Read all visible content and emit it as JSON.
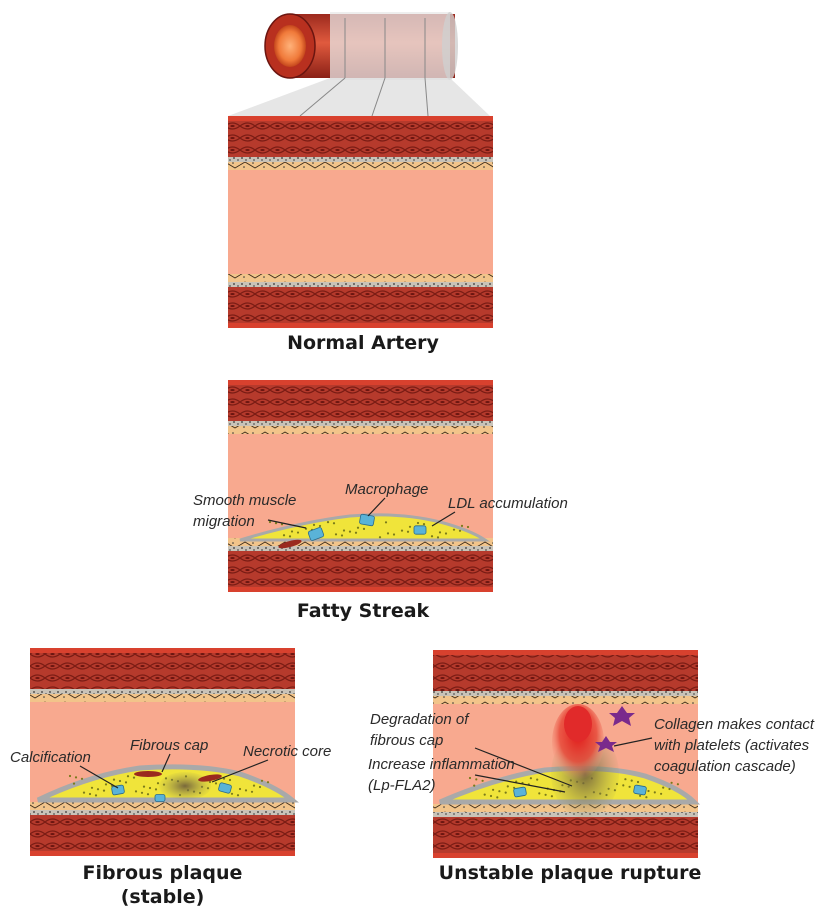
{
  "panels": {
    "normal": {
      "title": "Normal Artery"
    },
    "fatty": {
      "title": "Fatty Streak",
      "labels": {
        "smooth_muscle_1": "Smooth muscle",
        "smooth_muscle_2": "migration",
        "macrophage": "Macrophage",
        "ldl": "LDL accumulation"
      }
    },
    "fibrous": {
      "title_line1": "Fibrous plaque",
      "title_line2": "(stable)",
      "labels": {
        "calcification": "Calcification",
        "fibrous_cap": "Fibrous cap",
        "necrotic_core": "Necrotic core"
      }
    },
    "unstable": {
      "title": "Unstable plaque rupture",
      "labels": {
        "degradation_1": "Degradation of",
        "degradation_2": "fibrous cap",
        "inflammation_1": "Increase inflammation",
        "inflammation_2": "(Lp-FLA2)",
        "collagen_1": "Collagen makes contact",
        "collagen_2": "with platelets (activates",
        "collagen_3": "coagulation cascade)"
      }
    }
  },
  "colors": {
    "lumen": "#f8a98f",
    "muscle": "#b63a2c",
    "muscle_dark": "#7a1c14",
    "wall_red": "#d8412e",
    "intima": "#f2c48a",
    "plaque": "#f0e43a",
    "cell": "#5ab3d8",
    "clot": "#e12a2a",
    "platelet": "#7a2a8c",
    "gray": "#a9a9a9"
  }
}
